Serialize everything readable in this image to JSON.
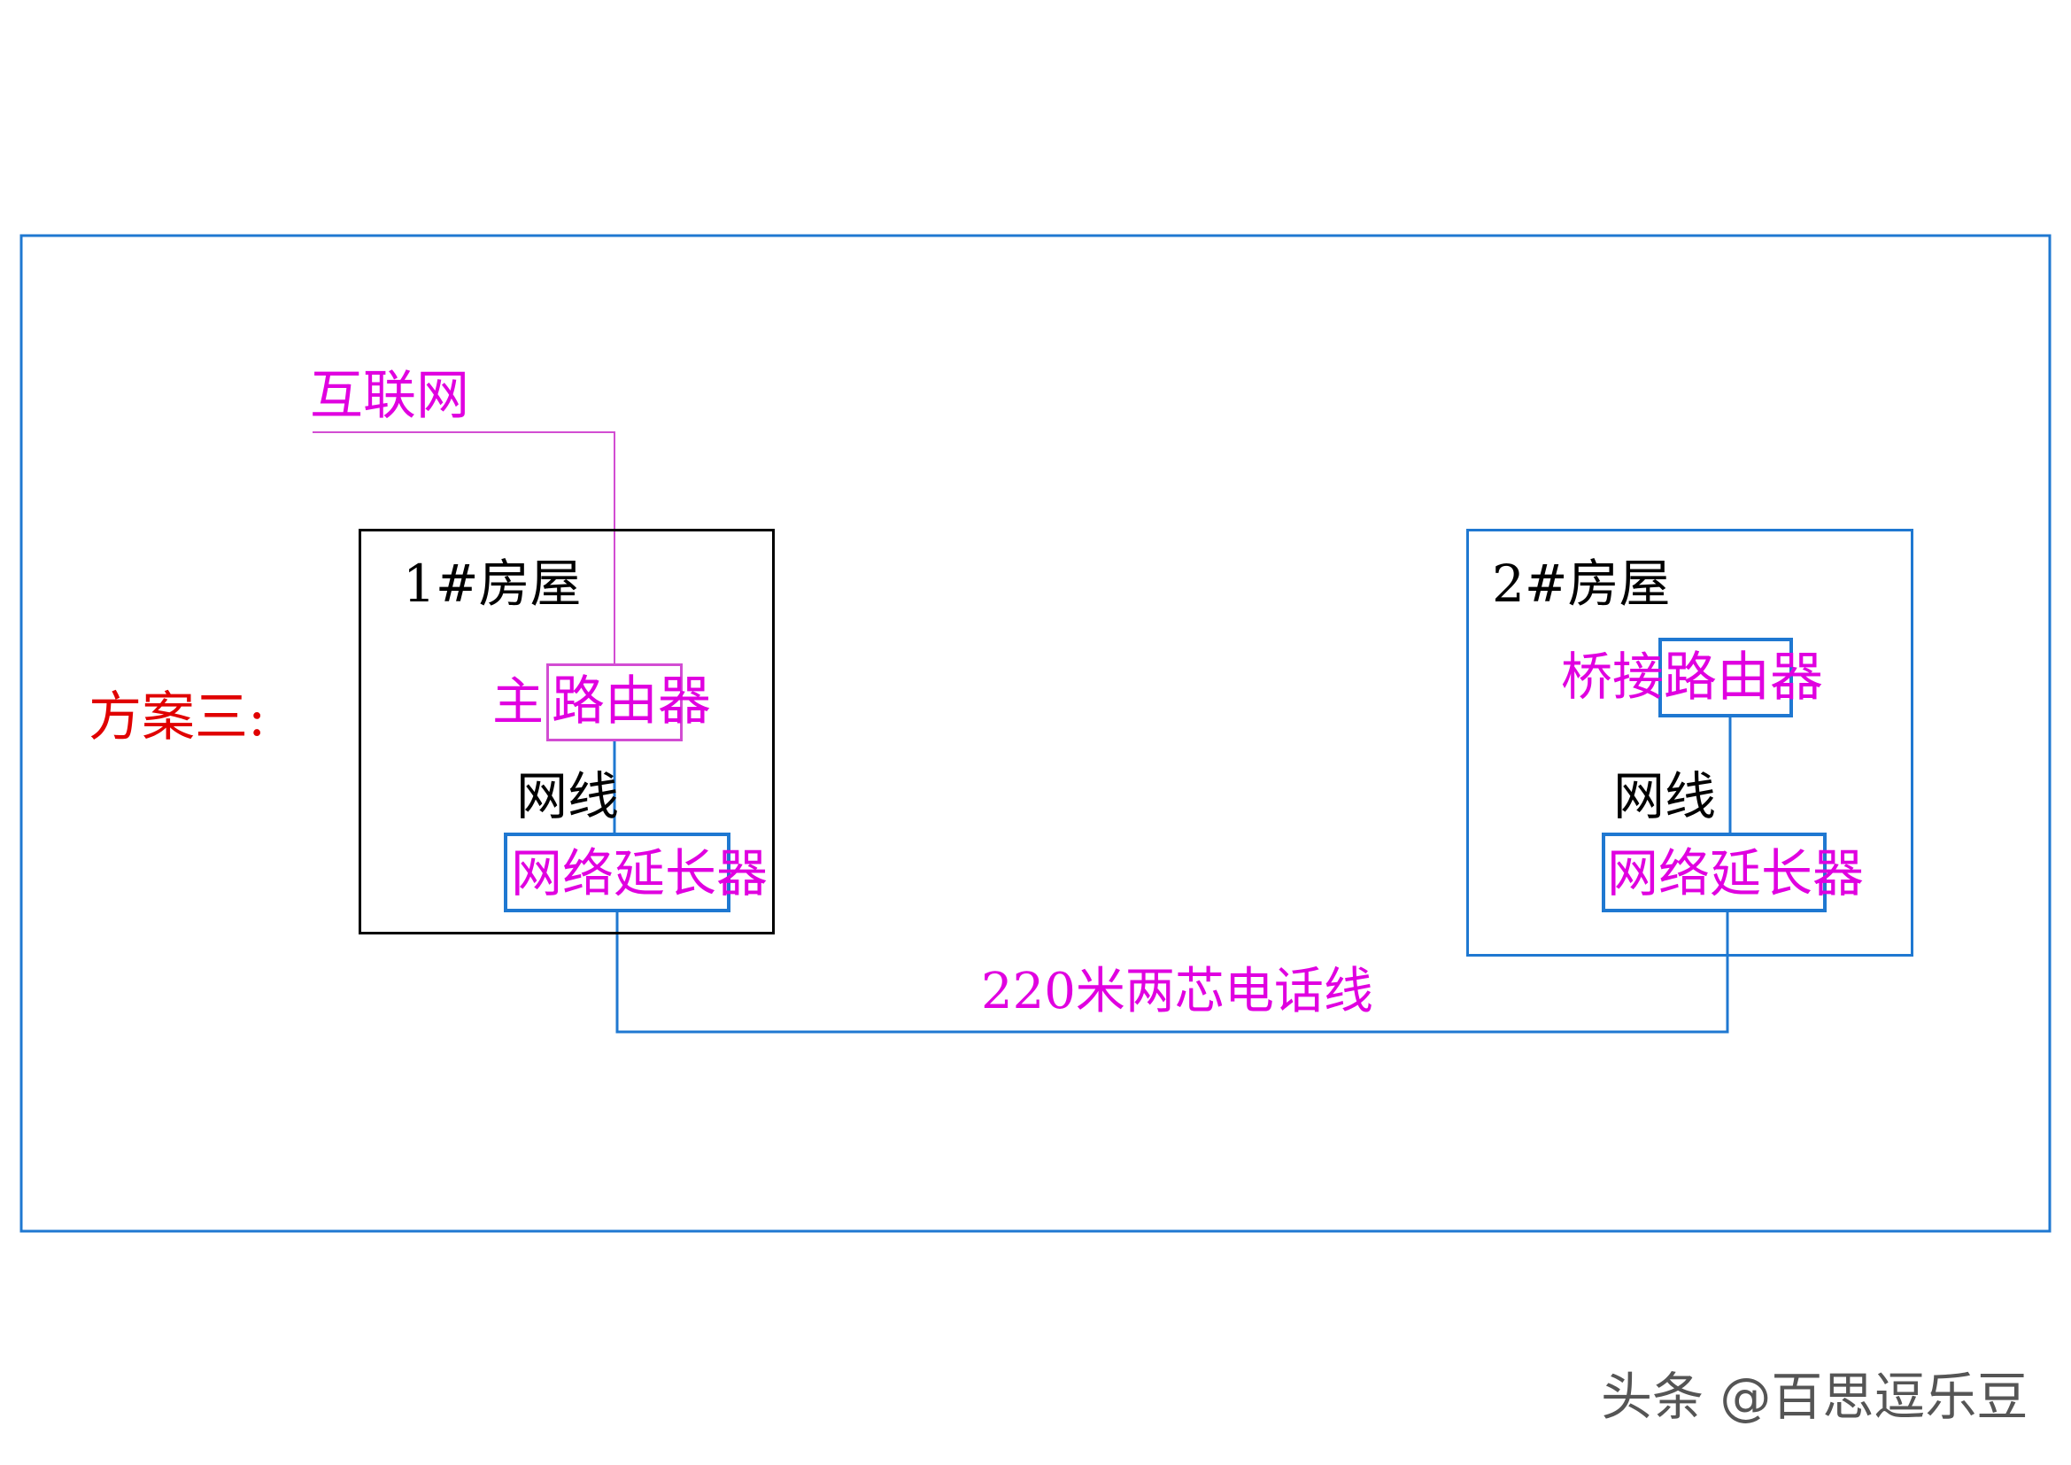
{
  "colors": {
    "frame": "#1f78d1",
    "link_blue": "#1f78d1",
    "internet_line": "#d24dd2",
    "label_magenta": "#e000e0",
    "label_black": "#000000",
    "label_red": "#e00000",
    "house1_border": "#000000",
    "house2_border": "#1f78d1"
  },
  "diagram": {
    "scheme_label": "方案三:",
    "internet_label": "互联网",
    "house1": {
      "title": "1#房屋",
      "router_prefix": "主",
      "router_label": "路由器",
      "cable_label": "网线",
      "extender_label": "网络延长器"
    },
    "house2": {
      "title": "2#房屋",
      "router_prefix": "桥接",
      "router_label": "路由器",
      "cable_label": "网线",
      "extender_label": "网络延长器"
    },
    "link_label": "220米两芯电话线"
  },
  "watermark": "头条 @百思逗乐豆"
}
